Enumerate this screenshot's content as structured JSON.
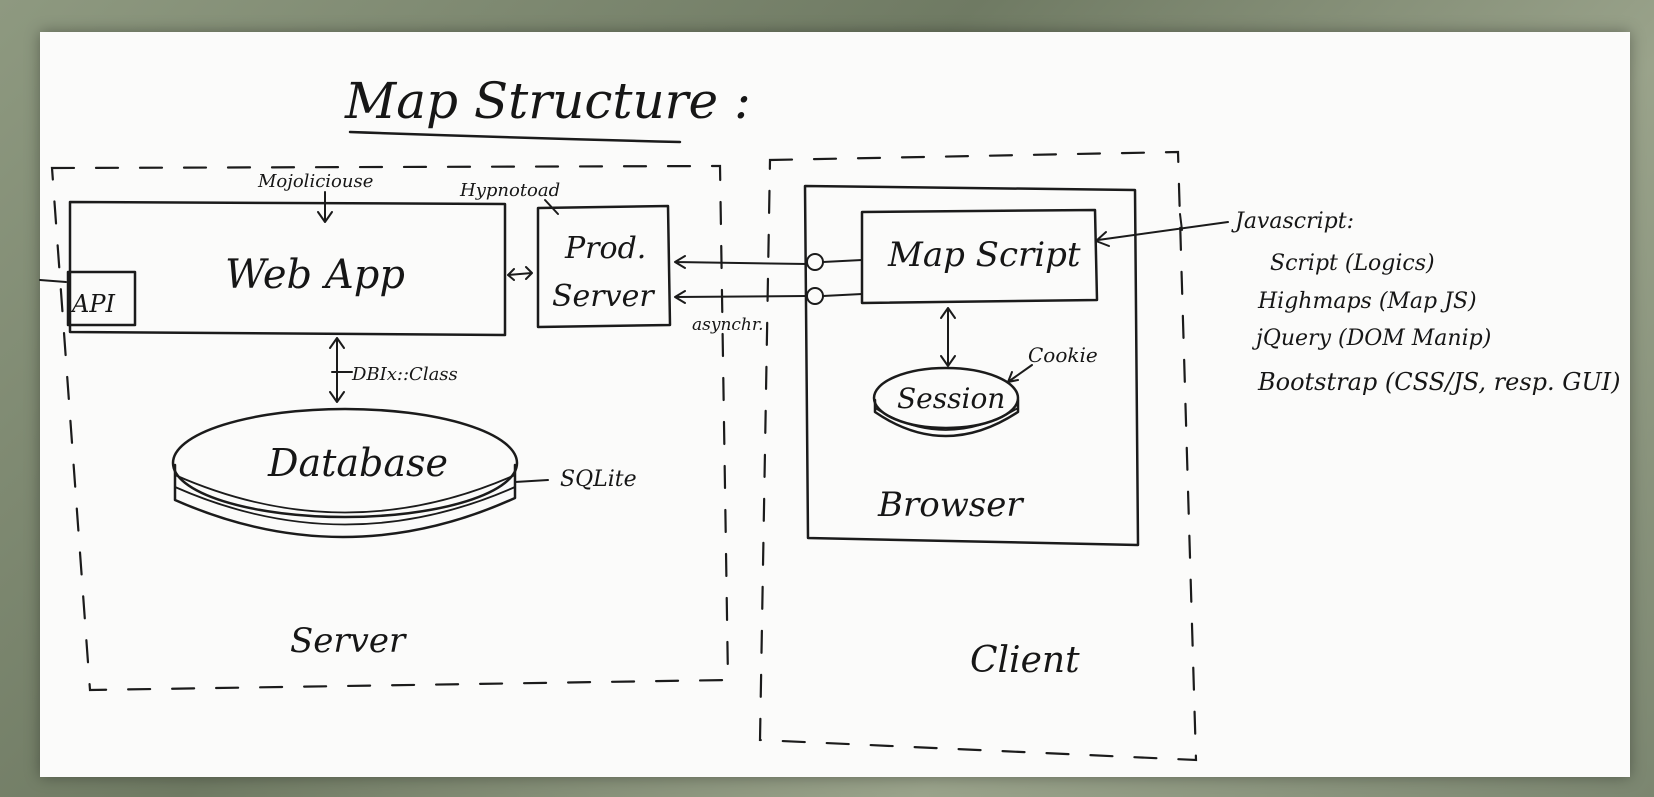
{
  "title": "Map Structure :",
  "server": {
    "zone_label": "Server",
    "web_app": "Web App",
    "api": "API",
    "prod_server_line1": "Prod.",
    "prod_server_line2": "Server",
    "mojolicious": "Mojoliciouse",
    "hypnotoad": "Hypnotoad",
    "dbix": "DBIx::Class",
    "database": "Database",
    "sqlite": "SQLite"
  },
  "connection": {
    "label": "asynchr."
  },
  "client": {
    "zone_label": "Client",
    "browser": "Browser",
    "map_script": "Map Script",
    "session": "Session",
    "cookie": "Cookie"
  },
  "javascript_notes": {
    "heading": "Javascript:",
    "items": [
      "Script (Logics)",
      "Highmaps (Map JS)",
      "jQuery (DOM Manip)",
      "Bootstrap (CSS/JS, resp. GUI)"
    ]
  }
}
